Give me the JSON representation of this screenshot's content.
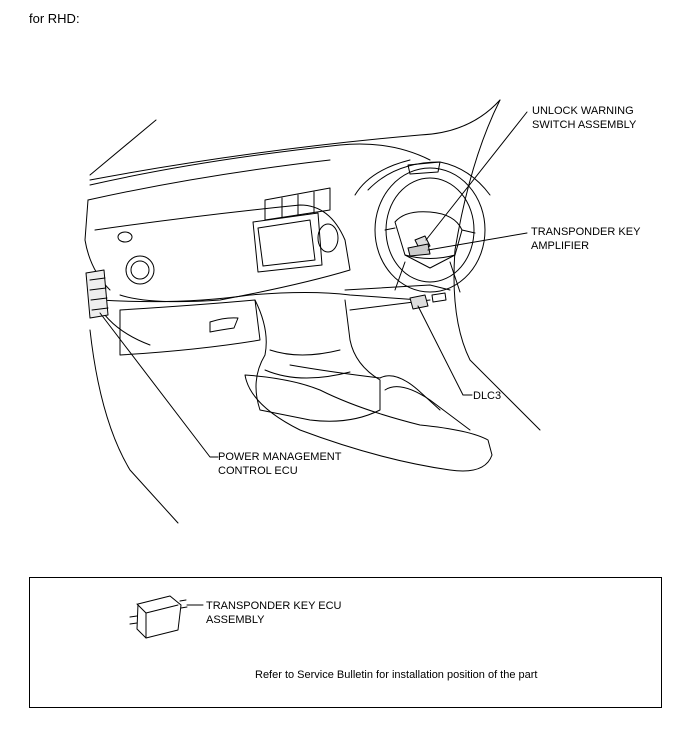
{
  "heading": "for RHD:",
  "callouts": {
    "unlock_warning": [
      "UNLOCK WARNING",
      "SWITCH ASSEMBLY"
    ],
    "transponder_amp": [
      "TRANSPONDER KEY",
      "AMPLIFIER"
    ],
    "dlc3": "DLC3",
    "power_mgmt": [
      "POWER MANAGEMENT",
      "CONTROL ECU"
    ]
  },
  "note_box": {
    "ecu_label": [
      "TRANSPONDER KEY ECU",
      "ASSEMBLY"
    ],
    "note": "Refer to Service Bulletin for installation position of the part"
  }
}
